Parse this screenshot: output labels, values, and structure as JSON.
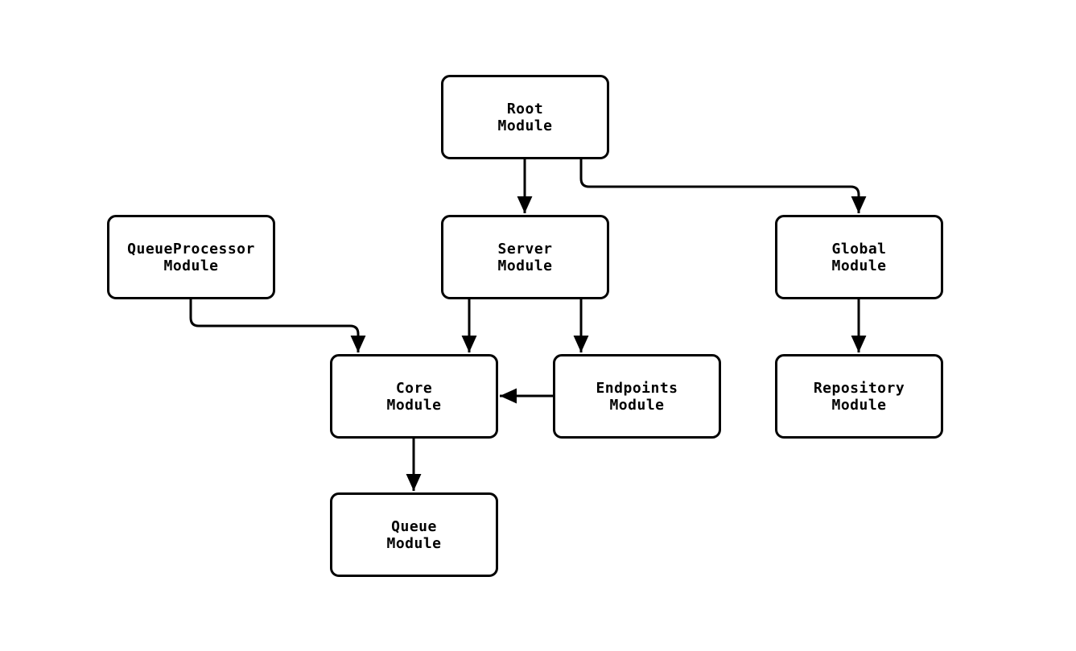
{
  "diagram": {
    "background_color": "#ffffff",
    "box_fill_color": "#ffffff",
    "stroke_color": "#000000",
    "nodes": {
      "root": {
        "label": "Root\nModule"
      },
      "queueprocessor": {
        "label": "QueueProcessor\nModule"
      },
      "server": {
        "label": "Server\nModule"
      },
      "global": {
        "label": "Global\nModule"
      },
      "core": {
        "label": "Core\nModule"
      },
      "endpoints": {
        "label": "Endpoints\nModule"
      },
      "repository": {
        "label": "Repository\nModule"
      },
      "queue": {
        "label": "Queue\nModule"
      }
    },
    "edges": [
      {
        "from": "Root Module",
        "to": "Server Module"
      },
      {
        "from": "Root Module",
        "to": "Global Module"
      },
      {
        "from": "QueueProcessor Module",
        "to": "Core Module"
      },
      {
        "from": "Server Module",
        "to": "Core Module"
      },
      {
        "from": "Server Module",
        "to": "Endpoints Module"
      },
      {
        "from": "Endpoints Module",
        "to": "Core Module"
      },
      {
        "from": "Global Module",
        "to": "Repository Module"
      },
      {
        "from": "Core Module",
        "to": "Queue Module"
      }
    ]
  }
}
